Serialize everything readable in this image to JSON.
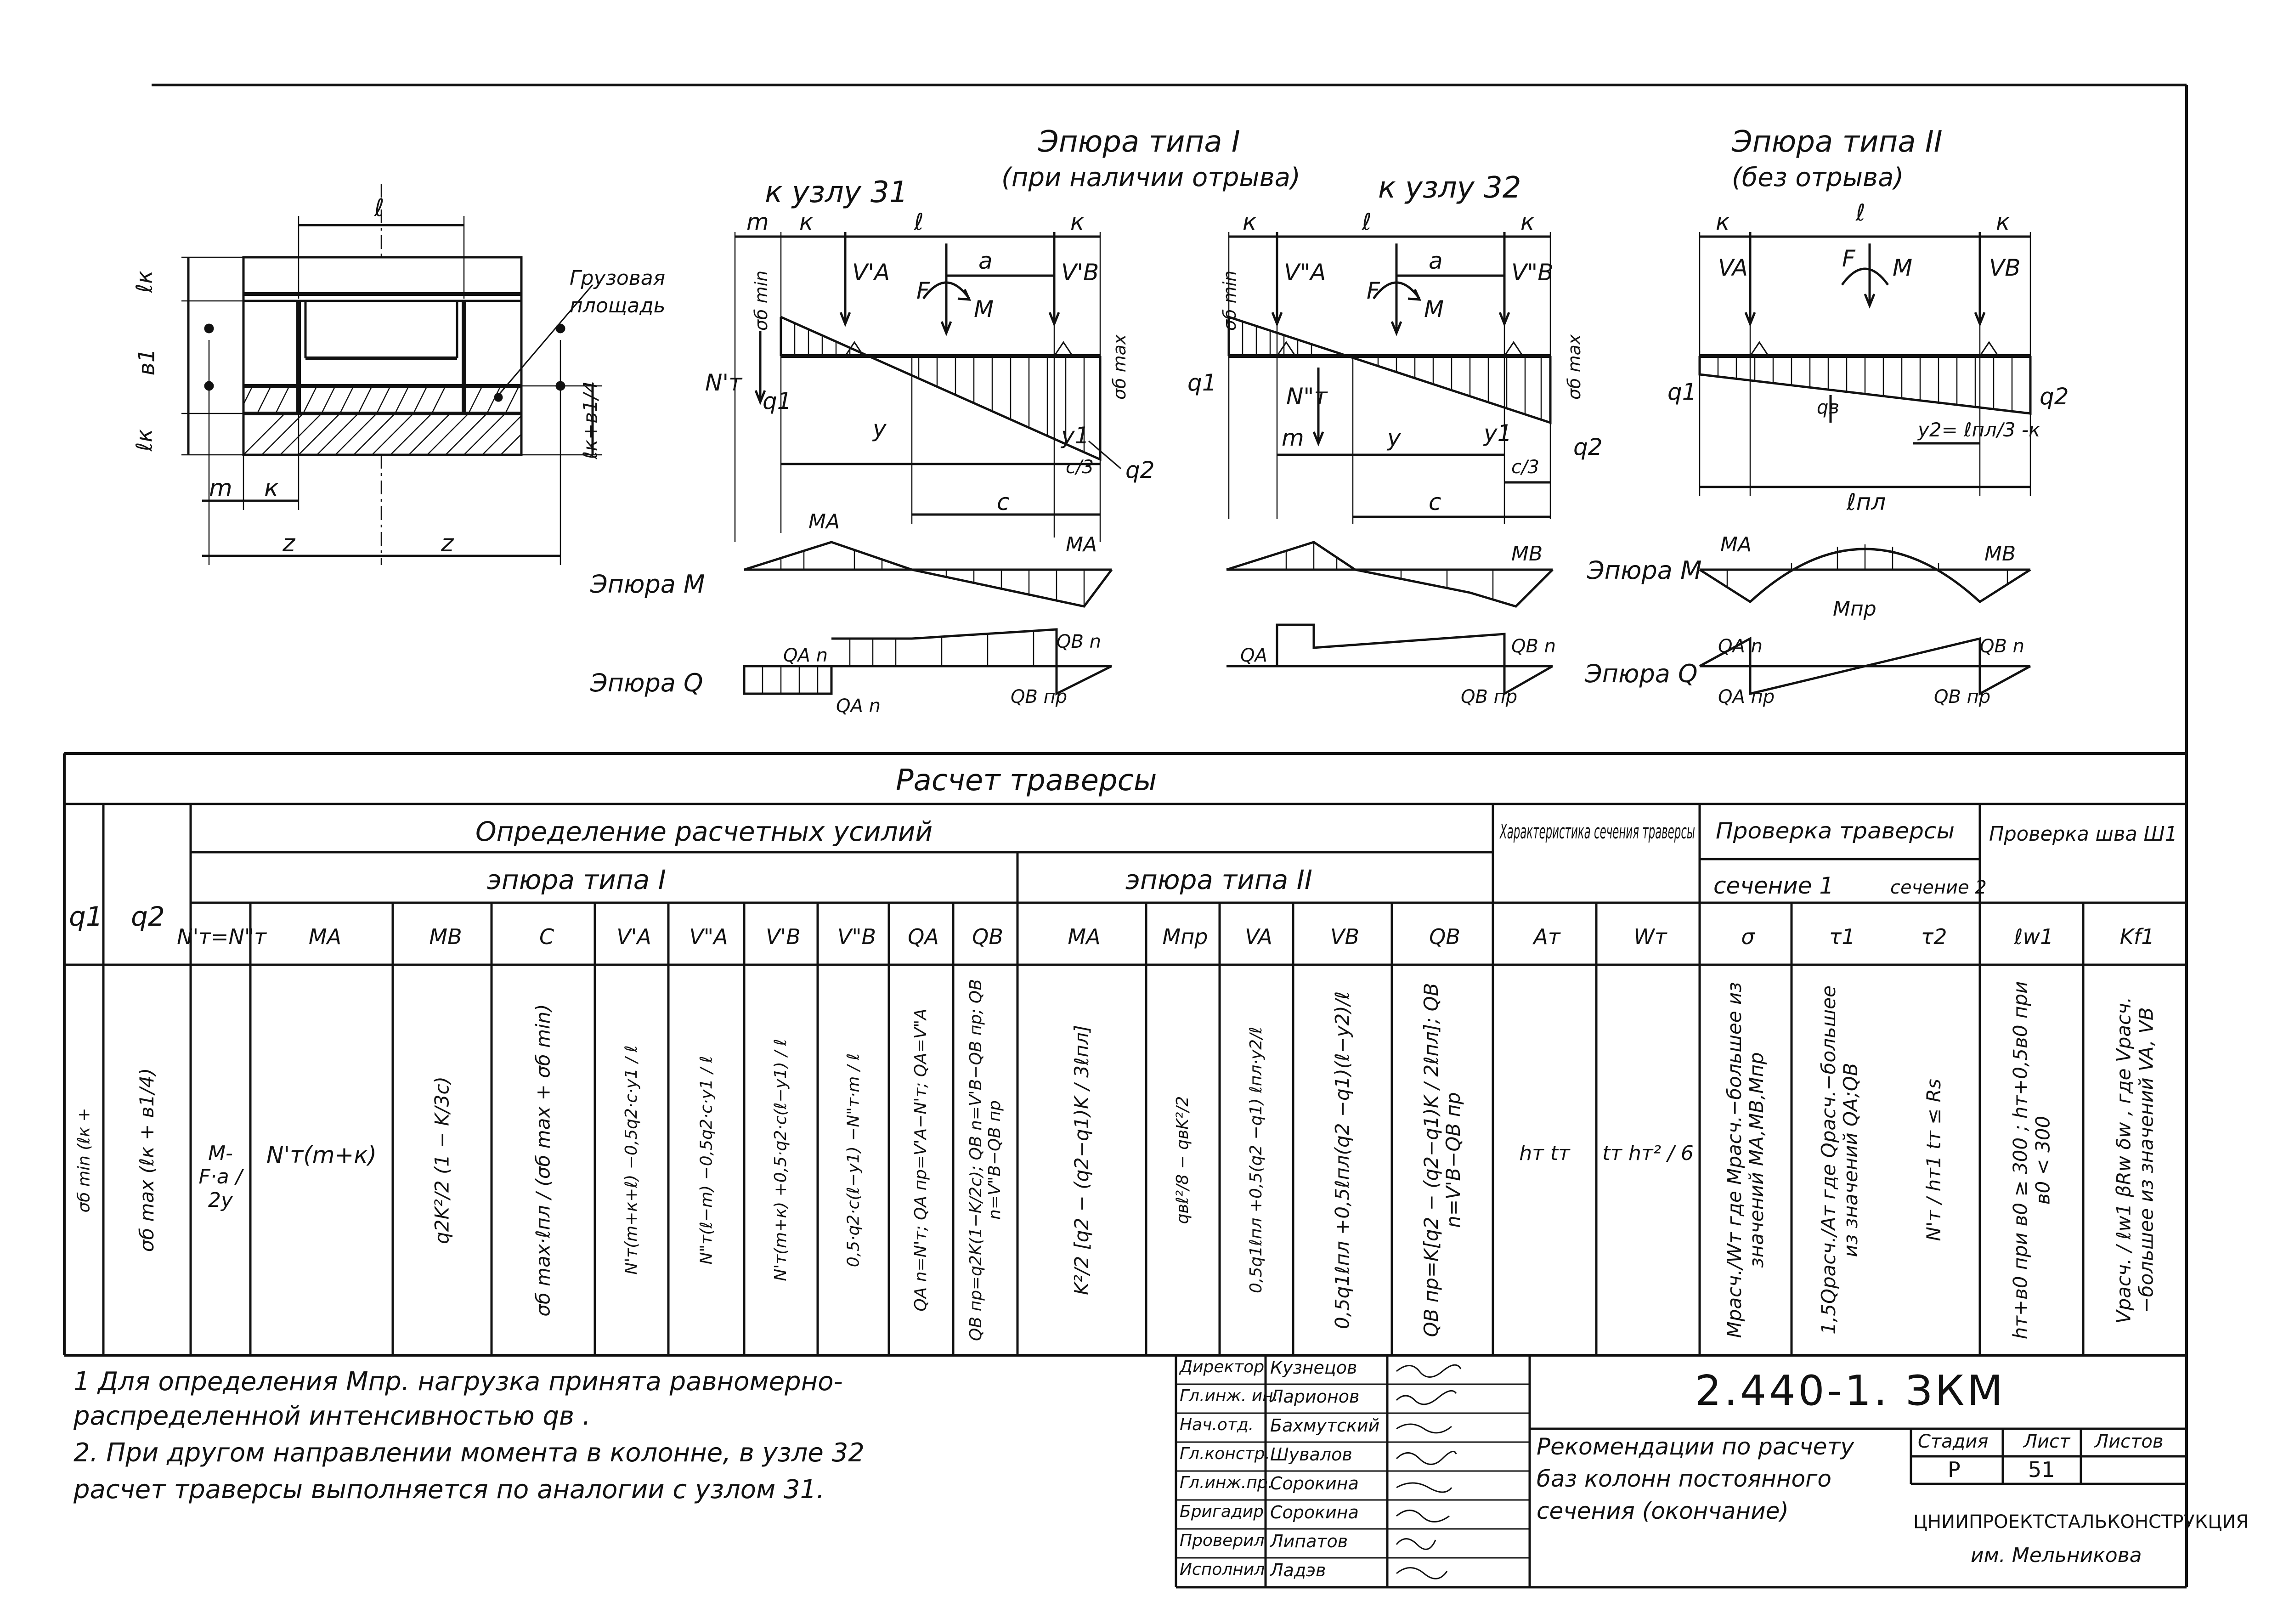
{
  "diagram_titles": {
    "type1_title": "Эпюра типа I",
    "type1_subtitle": "(при наличии отрыва)",
    "type2_title": "Эпюра типа II",
    "type2_subtitle": "(без отрыва)",
    "node31": "к узлу 31",
    "node32": "к узлу 32"
  },
  "plan": {
    "l": "ℓ",
    "lk": "ℓк",
    "b1": "в1",
    "lk_b14": "ℓк+в1/4",
    "m": "m",
    "k": "к",
    "z1": "z",
    "z2": "z",
    "load_area": [
      "Грузовая",
      "площадь"
    ]
  },
  "diag31": {
    "m": "m",
    "k1": "к",
    "l": "ℓ",
    "k2": "к",
    "VA": "V'A",
    "VB": "V'B",
    "F": "F",
    "M": "M",
    "a": "a",
    "sigmin": "σб min",
    "sigmax": "σб max",
    "NT": "N'т",
    "q1": "q1",
    "q2": "q2",
    "y": "y",
    "y1": "y1",
    "c3": "c/3",
    "c": "c"
  },
  "diag32": {
    "k1": "к",
    "l": "ℓ",
    "k2": "к",
    "VA": "V\"A",
    "VB": "V\"B",
    "F": "F",
    "M": "M",
    "a": "a",
    "sigmin": "σб min",
    "sigmax": "σб max",
    "NT": "N\"т",
    "q1": "q1",
    "q2": "q2",
    "m": "m",
    "y": "y",
    "y1": "y1",
    "c3": "c/3",
    "c": "c"
  },
  "diag2": {
    "k1": "к",
    "l": "ℓ",
    "k2": "к",
    "VA": "VA",
    "VB": "VB",
    "F": "F",
    "M": "M",
    "q1": "q1",
    "q2": "q2",
    "qB": "qв",
    "y2": "y2= ℓпл/3 -к",
    "lpl": "ℓпл"
  },
  "epures": {
    "epM": "Эпюра M",
    "epQ": "Эпюра Q",
    "MA": "MA",
    "MB": "MB",
    "Mpr": "Mпр",
    "QAn": "QA n",
    "QBn": "QB n",
    "QApr": "QA пр",
    "QBpr": "QB пр",
    "QA": "QA"
  },
  "table": {
    "title": "Расчет     траверсы",
    "group_forces": "Определение     расчетных     усилий",
    "group_type1": "эпюра  типа  I",
    "group_type2": "эпюра  типа  II",
    "group_section": "Характеристика сечения траверсы",
    "group_check": "Проверка траверсы",
    "section1": "сечение 1",
    "section2": "сечение 2",
    "group_weld": "Проверка шва Ш1",
    "col_q1": "q1",
    "col_q2": "q2",
    "headers": [
      "N'т=N\"т",
      "MA",
      "MB",
      "C",
      "V'A",
      "V\"A",
      "V'B",
      "V\"B",
      "QA",
      "QB",
      "MA",
      "Mпр",
      "VA",
      "VB",
      "QB",
      "Aт",
      "Wт",
      "σ",
      "τ1",
      "τ2",
      "ℓw1",
      "Kf1"
    ],
    "formulas": {
      "q1": "σб min (ℓк +",
      "q2": "σб max (ℓк + в1/4)",
      "NT": "M-F·a / 2y",
      "MA": "N'т(m+к)",
      "MB": "q2K²/2 (1 − K/3c)",
      "C": "σб max·ℓпл / (σб max + σб min)",
      "VA1": "N'т(m+к+ℓ) −0,5q2·c·y1 / ℓ",
      "VA2": "N\"т(ℓ−m) −0,5q2·c·y1 / ℓ",
      "VB1": "N'т(m+к) +0,5·q2·c(ℓ−y1) / ℓ",
      "VB2": "0,5·q2·c(ℓ−y1) −N\"т·m / ℓ",
      "QA": "QA n=N'т; QA пр=V'A−N'т;  QA=V\"A",
      "QB": "QB пр=q2K(1−K/2c); QB n=V'B−QB пр; QB n=V\"B−QB пр",
      "MA2": "K²/2 [q2 − (q2−q1)K / 3ℓпл]",
      "Mpr": "qвℓ²/8 − qвK²/2",
      "VA3": "0,5q1ℓпл +0,5(q2 −q1) ℓпл·y2/ℓ",
      "VB3": "0,5q1ℓпл +0,5ℓпл(q2 −q1)(ℓ−y2)/ℓ",
      "QB2": "QB пр=K[q2 − (q2−q1)K / 2ℓпл];  QB n=V'B−QB пр",
      "AT": "hт tт",
      "WT": "tт hт² / 6",
      "sigma": "Mрасч./Wт    где Mрасч.−большее из значений MA,MB,Mпр",
      "tau1": "1,5Qрасч./Aт    где Qрасч.−большее из значений QA;QB",
      "tau2": "N'т / hт1 tт ≤ Rs",
      "lw1": "hт+в0 при в0 ≥ 300 ;   hт+0,5в0 при в0 < 300",
      "Kf1": "Vрасч. / ℓw1 βRw δw ,  где Vрасч.−большее из значений VA, VB"
    }
  },
  "notes": [
    "1  Для   определения   Mпр. нагрузка   принята   равномерно-",
    "    распределенной    интенсивностью  qв .",
    "2.  При  другом  направлении  момента  в колонне, в узле 32",
    "    расчет     траверсы   выполняется    по аналогии  с узлом 31."
  ],
  "stamp": {
    "roles": [
      "Директор",
      "Гл.инж. ин.",
      "Нач.отд.",
      "Гл.констр.",
      "Гл.инж.пр.",
      "Бригадир",
      "Проверил",
      "Исполнил"
    ],
    "names": [
      "Кузнецов",
      "Ларионов",
      "Бахмутский",
      "Шувалов",
      "Сорокина",
      "Сорокина",
      "Липатов",
      "Ладэв"
    ],
    "code": "2.440-1. ЗКМ",
    "title": [
      "Рекомендации по расчету",
      "баз колонн постоянного",
      "сечения  (окончание)"
    ],
    "stage_h": "Стадия",
    "sheet_h": "Лист",
    "sheets_h": "Листов",
    "stage": "Р",
    "sheet": "51",
    "org": [
      "ЦНИИПРОЕКТСТАЛЬКОНСТРУКЦИЯ",
      "им. Мельникова"
    ]
  }
}
